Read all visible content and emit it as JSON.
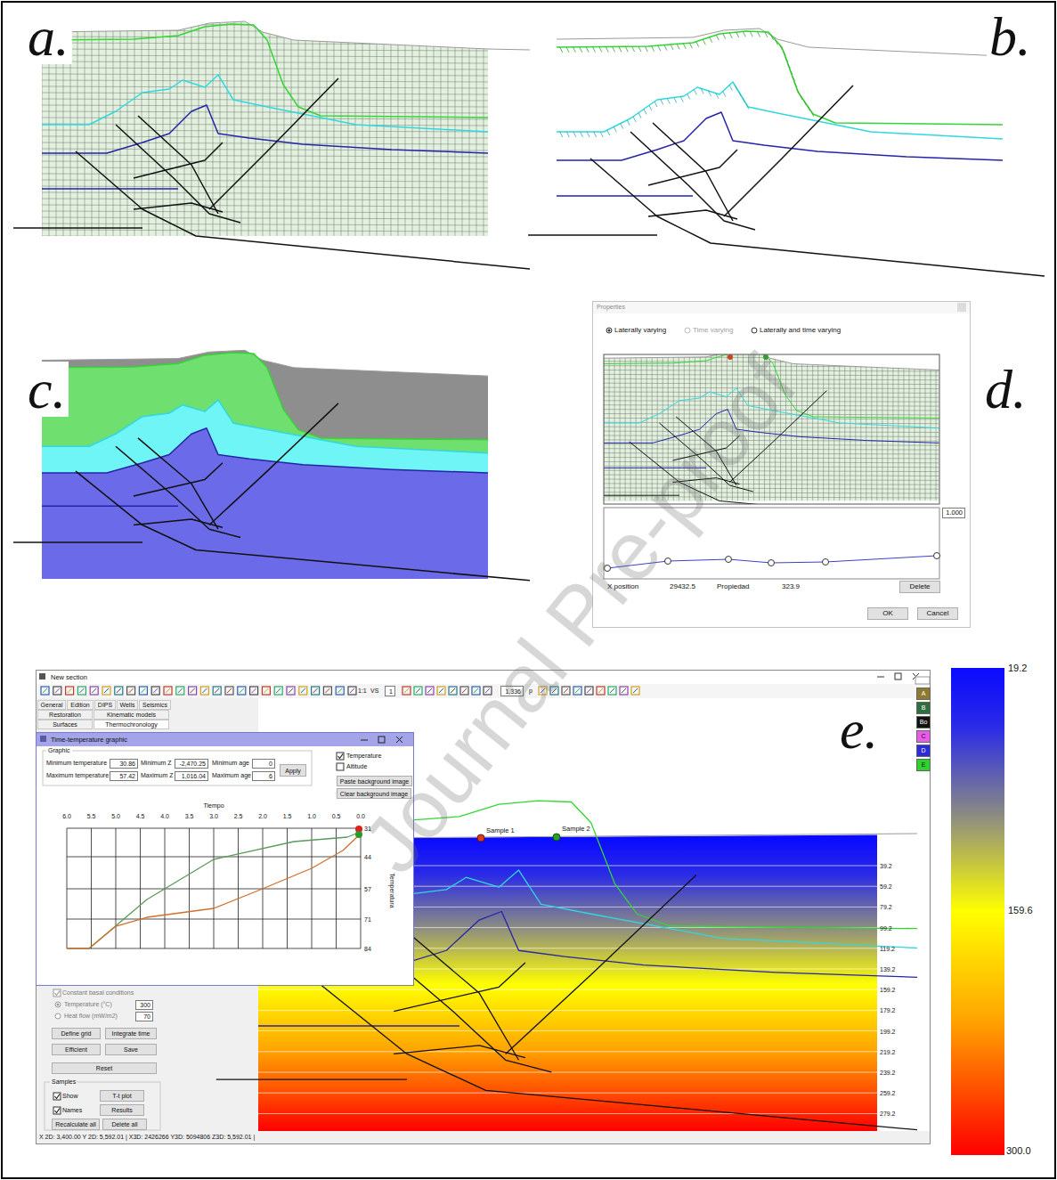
{
  "diagram": {
    "nodes": [
      {
        "text": [
          "Properties"
        ]
      },
      {
        "text": [
          "1.000"
        ],
        "in": 0
      },
      {
        "text": [
          "Delete"
        ],
        "in": 0
      },
      {
        "text": [
          "OK"
        ],
        "in": 0
      },
      {
        "text": [
          "Cancel"
        ],
        "in": 0
      },
      {
        "text": [
          "New section"
        ]
      },
      {
        "text": [
          "1"
        ],
        "in": 5
      },
      {
        "text": [
          "1,336"
        ],
        "in": 5
      },
      {
        "text": [
          "General"
        ],
        "in": 5
      },
      {
        "text": [
          "Edition"
        ],
        "in": 5
      },
      {
        "text": [
          "DIPS"
        ],
        "in": 5
      },
      {
        "text": [
          "Wells"
        ],
        "in": 5
      },
      {
        "text": [
          "Seismics"
        ],
        "in": 5
      },
      {
        "text": [
          "Restoration"
        ],
        "in": 5
      },
      {
        "text": [
          "Kinematic models"
        ],
        "in": 5
      },
      {
        "text": [
          "Surfaces"
        ],
        "in": 5
      },
      {
        "text": [
          "Thermochronology"
        ],
        "in": 5
      },
      {
        "text": [
          "Time-temperature graphic"
        ],
        "in": 5
      },
      {
        "text": [
          "30.86"
        ],
        "in": 17
      },
      {
        "text": [
          "-2,470.25"
        ],
        "in": 17
      },
      {
        "text": [
          "0"
        ],
        "in": 17
      },
      {
        "text": [
          "57.42"
        ],
        "in": 17
      },
      {
        "text": [
          "1,016.04"
        ],
        "in": 17
      },
      {
        "text": [
          "6"
        ],
        "in": 17
      },
      {
        "text": [
          "Apply"
        ],
        "in": 17
      },
      {
        "text": [
          "Paste background image"
        ],
        "in": 17
      },
      {
        "text": [
          "Clear background image"
        ],
        "in": 17
      },
      {
        "text": [
          "300"
        ],
        "in": 5
      },
      {
        "text": [
          "70"
        ],
        "in": 5
      },
      {
        "text": [
          "Define grid"
        ],
        "in": 5
      },
      {
        "text": [
          "Integrate time"
        ],
        "in": 5
      },
      {
        "text": [
          "Efficient"
        ],
        "in": 5
      },
      {
        "text": [
          "Save"
        ],
        "in": 5
      },
      {
        "text": [
          "Reset"
        ],
        "in": 5
      },
      {
        "text": [
          "T-t plot"
        ],
        "in": 5
      },
      {
        "text": [
          "Results"
        ],
        "in": 5
      },
      {
        "text": [
          "Recalculate all"
        ],
        "in": 5
      },
      {
        "text": [
          "Delete all"
        ],
        "in": 5
      }
    ],
    "labels": [
      "Journal Pre-proof",
      "a.",
      "b.",
      "c.",
      "d.",
      "e.",
      "Laterally varying",
      "Time varying",
      "Laterally and time varying",
      "X position",
      "29432.5",
      "Propiedad",
      "323.9",
      "1:1",
      "VS",
      "p",
      "Graphic",
      "Minimum temperature",
      "Minimum Z",
      "Minimum age",
      "Maximum temperature",
      "Maximum Z",
      "Maximum age",
      "Temperature",
      "Altitude",
      "Tiempo",
      "6.0",
      "5.5",
      "5.0",
      "4.5",
      "4.0",
      "3.5",
      "3.0",
      "2.5",
      "2.0",
      "1.5",
      "1.0",
      "0.5",
      "0.0",
      "31",
      "44",
      "57",
      "71",
      "84",
      "Temperatura",
      "Constant basal conditions",
      "Temperature (°C)",
      "Heat flow (mW/m2)",
      "Samples",
      "Show",
      "Names",
      "Sample 1",
      "Sample 2",
      "39.2",
      "59.2",
      "79.2",
      "99.2",
      "119.2",
      "139.2",
      "159.2",
      "179.2",
      "199.2",
      "219.2",
      "239.2",
      "259.2",
      "279.2",
      "19.2",
      "159.6",
      "300.0",
      "X 2D: 3,400.00  Y 2D: 5,592.01 | X3D: 2426266 Y3D: 5094806 Z3D: 5,592.01 |"
    ],
    "legend": [
      {
        "text": "A",
        "color": "#8c7b2f"
      },
      {
        "text": "B",
        "color": "#2f6f3f"
      },
      {
        "text": "Bo",
        "color": "#111111"
      },
      {
        "text": "C",
        "color": "#e85ce8"
      },
      {
        "text": "D",
        "color": "#2b2bd9"
      },
      {
        "text": "E",
        "color": "#2fd12f"
      }
    ]
  }
}
